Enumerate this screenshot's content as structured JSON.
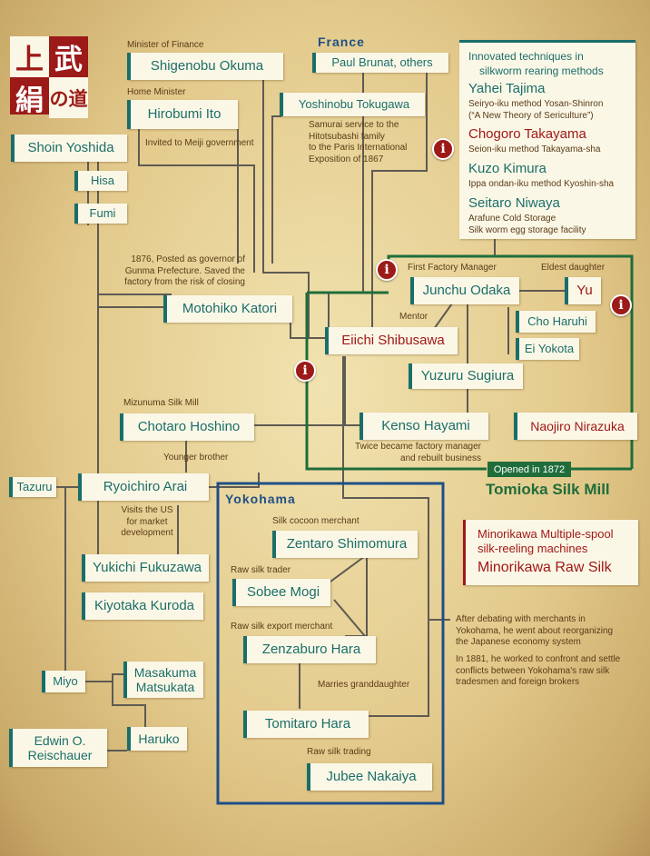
{
  "logo": {
    "chars": [
      "上",
      "武",
      "絹",
      "の道"
    ]
  },
  "regions": {
    "france": "France",
    "yokohama": "Yokohama"
  },
  "people": {
    "okuma": "Shigenobu Okuma",
    "brunat": "Paul Brunat, others",
    "ito": "Hirobumi Ito",
    "tokugawa": "Yoshinobu Tokugawa",
    "yoshida": "Shoin Yoshida",
    "hisa": "Hisa",
    "fumi": "Fumi",
    "katori": "Motohiko Katori",
    "odaka": "Junchu Odaka",
    "yu": "Yu",
    "shibusawa": "Eiichi Shibusawa",
    "haruhi": "Cho Haruhi",
    "yokota": "Ei Yokota",
    "sugiura": "Yuzuru Sugiura",
    "hoshino": "Chotaro Hoshino",
    "hayami": "Kenso Hayami",
    "nirazuka": "Naojiro Nirazuka",
    "tazuru": "Tazuru",
    "arai": "Ryoichiro Arai",
    "shimomura": "Zentaro Shimomura",
    "mogi": "Sobee Mogi",
    "fukuzawa": "Yukichi Fukuzawa",
    "kuroda": "Kiyotaka Kuroda",
    "zhara": "Zenzaburo Hara",
    "miyo": "Miyo",
    "matsukata_1": "Masakuma",
    "matsukata_2": "Matsukata",
    "thara": "Tomitaro Hara",
    "reischauer_1": "Edwin O.",
    "reischauer_2": "Reischauer",
    "haruko": "Haruko",
    "nakaiya": "Jubee Nakaiya"
  },
  "notes": {
    "minister_finance": "Minister of Finance",
    "home_minister": "Home Minister",
    "invited": "Invited to Meiji government",
    "samurai": [
      "Samurai service to the",
      "Hitotsubashi family",
      "to the Paris International",
      "Exposition of 1867"
    ],
    "katori_note": [
      "1876, Posted as governor of",
      "Gunma Prefecture. Saved the",
      "factory from the risk of closing"
    ],
    "first_manager": "First Factory Manager",
    "eldest_daughter": "Eldest daughter",
    "mentor": "Mentor",
    "mizunuma": "Mizunuma Silk Mill",
    "twice": [
      "Twice became factory manager",
      "and rebuilt business"
    ],
    "younger_brother": "Younger brother",
    "visits_us": [
      "Visits the US",
      "for market",
      "development"
    ],
    "cocoon_merchant": "Silk cocoon merchant",
    "raw_silk_trader": "Raw silk trader",
    "export_merchant": "Raw silk export merchant",
    "marries": "Marries granddaughter",
    "raw_silk_trading": "Raw silk trading",
    "debating": [
      "After debating with merchants in",
      "Yokohama, he went about reorganizing",
      "the Japanese economy system"
    ],
    "settle": [
      "In 1881, he worked to confront and settle",
      "conflicts between Yokohama's raw silk",
      "tradesmen and foreign brokers"
    ]
  },
  "techniques": {
    "heading": [
      "Innovated techniques in",
      "silkworm rearing methods"
    ],
    "tajima": "Yahei Tajima",
    "tajima_sub": [
      "Seiryo-iku method  Yosan-Shinron",
      "(“A New Theory of Sericulture”)"
    ],
    "takayama": "Chogoro Takayama",
    "takayama_sub": "Seion-iku method Takayama-sha",
    "kimura": "Kuzo Kimura",
    "kimura_sub": "Ippa ondan-iku method Kyoshin-sha",
    "niwaya": "Seitaro Niwaya",
    "niwaya_sub": [
      "Arafune Cold Storage",
      "Silk worm egg storage facility"
    ]
  },
  "tomioka": {
    "opened": "Opened in 1872",
    "title": "Tomioka Silk Mill"
  },
  "minorikawa": {
    "line1": [
      "Minorikawa Multiple-spool",
      "silk-reeling machines"
    ],
    "line2": "Minorikawa Raw Silk"
  },
  "colors": {
    "teal": "#1a6e6a",
    "red": "#a01818",
    "green": "#1f6d3a",
    "blue": "#1f4f86",
    "line": "#5e5a54"
  },
  "icons": [
    "info-icon",
    "info-icon",
    "info-icon",
    "info-icon"
  ]
}
